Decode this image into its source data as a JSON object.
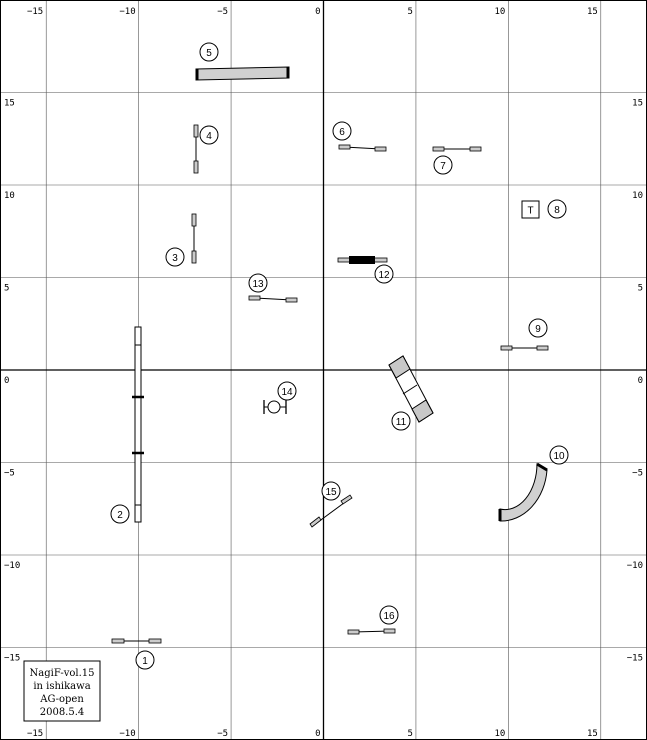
{
  "grid": {
    "x_ticks": [
      {
        "value": -15,
        "label": "−15"
      },
      {
        "value": -10,
        "label": "−10"
      },
      {
        "value": -5,
        "label": "−5"
      },
      {
        "value": 0,
        "label": "0"
      },
      {
        "value": 5,
        "label": "5"
      },
      {
        "value": 10,
        "label": "10"
      },
      {
        "value": 15,
        "label": "15"
      }
    ],
    "y_ticks": [
      {
        "value": 15,
        "label": "15"
      },
      {
        "value": 10,
        "label": "10"
      },
      {
        "value": 5,
        "label": "5"
      },
      {
        "value": 0,
        "label": "0"
      },
      {
        "value": -5,
        "label": "−5"
      },
      {
        "value": -10,
        "label": "−10"
      },
      {
        "value": -15,
        "label": "−15"
      }
    ],
    "x_range": [
      -17.5,
      17.5
    ],
    "y_range": [
      -20,
      20
    ]
  },
  "obstacles": [
    {
      "number": "1",
      "type": "jump",
      "x": -10.0,
      "y": -14.5
    },
    {
      "number": "2",
      "type": "weave",
      "x": -10.0,
      "y": -3.3
    },
    {
      "number": "3",
      "type": "jump",
      "x": -7.0,
      "y": 7.5
    },
    {
      "number": "4",
      "type": "jump",
      "x": -6.9,
      "y": 11.6
    },
    {
      "number": "5",
      "type": "tunnel",
      "x": -4.5,
      "y": 16.0
    },
    {
      "number": "6",
      "type": "jump",
      "x": 2.1,
      "y": 12.1
    },
    {
      "number": "7",
      "type": "jump",
      "x": 7.4,
      "y": 12.0
    },
    {
      "number": "8",
      "type": "table",
      "x": 11.4,
      "y": 8.8,
      "label": "T"
    },
    {
      "number": "9",
      "type": "jump",
      "x": 10.9,
      "y": 1.2
    },
    {
      "number": "10",
      "type": "curved-tunnel",
      "x": 11.5,
      "y": -6.0
    },
    {
      "number": "11",
      "type": "a-frame",
      "x": 4.8,
      "y": -1.0
    },
    {
      "number": "12",
      "type": "long-jump",
      "x": 2.1,
      "y": 5.9
    },
    {
      "number": "13",
      "type": "jump",
      "x": -2.7,
      "y": 3.9
    },
    {
      "number": "14",
      "type": "tire",
      "x": -2.6,
      "y": -2.0
    },
    {
      "number": "15",
      "type": "jump",
      "x": 0.4,
      "y": -7.4
    },
    {
      "number": "16",
      "type": "jump",
      "x": 2.7,
      "y": -14.1
    }
  ],
  "info_box": {
    "lines": [
      "NagiF-vol.15",
      "in ishikawa",
      "AG-open",
      "2008.5.4"
    ]
  }
}
